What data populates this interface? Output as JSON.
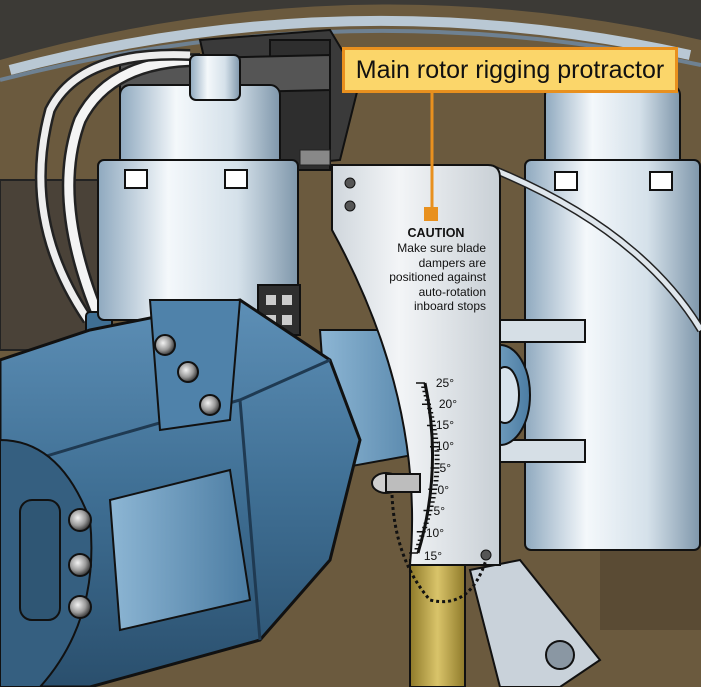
{
  "callout": {
    "label": "Main rotor rigging protractor"
  },
  "plate": {
    "caution_title": "CAUTION",
    "caution_lines": [
      "Make sure blade",
      "dampers are",
      "positioned against",
      "auto-rotation",
      "inboard stops"
    ]
  },
  "scale": {
    "labels": [
      "25°",
      "20°",
      "15°",
      "10°",
      "5°",
      "0°",
      "5°",
      "10°",
      "15°"
    ]
  },
  "colors": {
    "callout_fill": "#fbd66a",
    "callout_border": "#e8901e",
    "housing_blue": "#3f6f94",
    "background_brown": "#6b5a3e"
  }
}
